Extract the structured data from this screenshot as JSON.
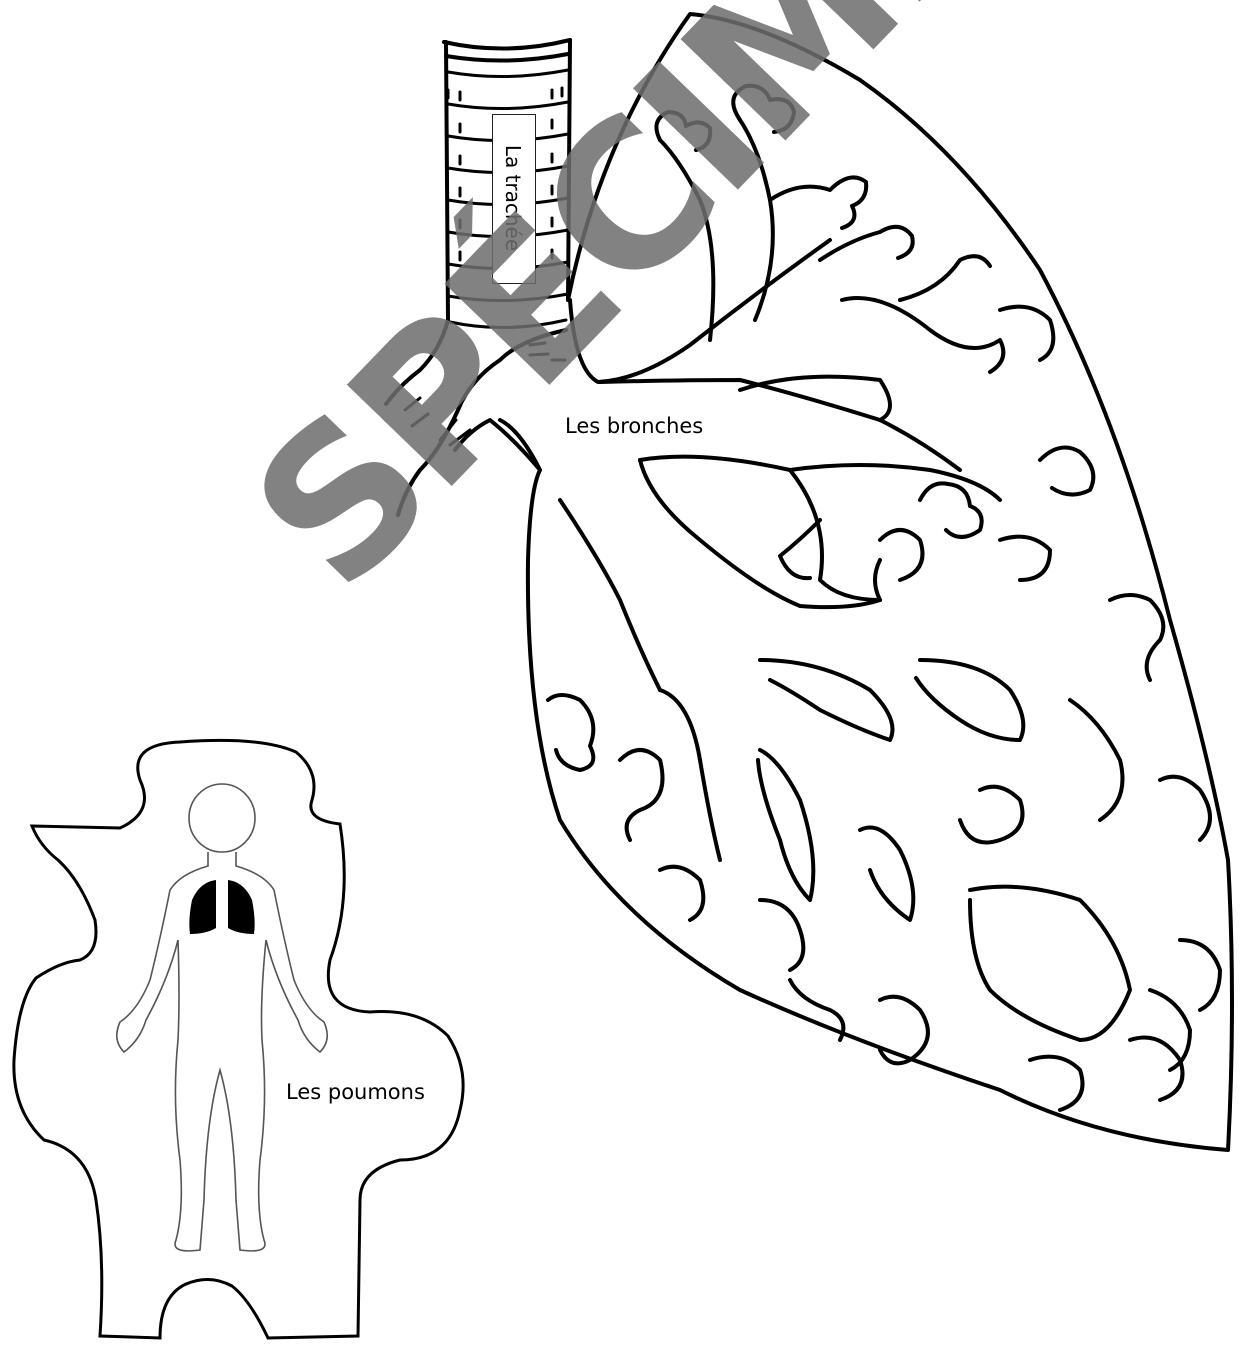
{
  "labels": {
    "trachea": "La trachée",
    "bronchi": "Les bronches",
    "lungs": "Les poumons"
  },
  "watermark": "SPÉCIMEN",
  "colors": {
    "line": "#000000",
    "watermark": "#6e6e6e",
    "background": "#ffffff"
  }
}
